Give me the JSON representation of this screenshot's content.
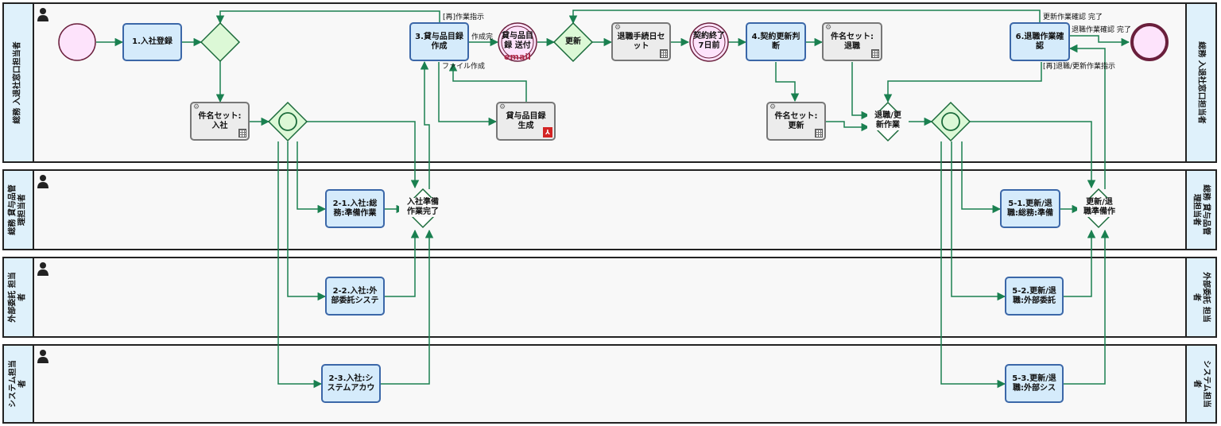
{
  "lanes": [
    {
      "label": "総務 入退社窓口担当者"
    },
    {
      "label_line1": "総務 貸与品管",
      "label_line2": "理担当者"
    },
    {
      "label_line1": "外部委託 担当",
      "label_line2": "者"
    },
    {
      "label_line1": "システム担当",
      "label_line2": "者"
    }
  ],
  "tasks": {
    "t1": "1.入社登録",
    "t3_l1": "3.貸与品目録",
    "t3_l2": "作成",
    "lend_gen_l1": "貸与品目録",
    "lend_gen_l2": "生成",
    "retire_date_l1": "退職手続日セ",
    "retire_date_l2": "ット",
    "t4_l1": "4.契約更新判",
    "t4_l2": "断",
    "name_retire_l1": "件名セット:",
    "name_retire_l2": "退職",
    "t6_l1": "6.退職作業確",
    "t6_l2": "認",
    "name_join_l1": "件名セット:",
    "name_join_l2": "入社",
    "name_renew_l1": "件名セット:",
    "name_renew_l2": "更新",
    "t21_l1": "2-1.入社:総",
    "t21_l2": "務:準備作業",
    "t22_l1": "2-2.入社:外",
    "t22_l2": "部委託システ",
    "t23_l1": "2-3.入社:シ",
    "t23_l2": "ステムアカウ",
    "t51_l1": "5-1.更新/退",
    "t51_l2": "職:総務:準備",
    "t52_l1": "5-2.更新/退",
    "t52_l2": "職:外部委託",
    "t53_l1": "5-3.更新/退",
    "t53_l2": "職:外部シス"
  },
  "events": {
    "send_l1": "貸与品目",
    "send_l2": "録 送付",
    "send_email": "email",
    "expire_l1": "契約終了",
    "expire_l2": "7日前"
  },
  "gateways": {
    "renew": "更新",
    "join_done_l1": "入社準備",
    "join_done_l2": "作業完了",
    "retire_renew_l1": "退職/更",
    "retire_renew_l2": "新作業",
    "renew_done_l1": "更新/退",
    "renew_done_l2": "職準備作"
  },
  "flow_labels": {
    "redo_work": "[再]作業指示",
    "create_done": "作成完",
    "file_create": "ファイル作成",
    "renew_confirm_done": "更新作業確認 完了",
    "retire_confirm_done": "退職作業確認 完了",
    "redo_retire_renew": "[再]退職/更新作業指示"
  },
  "colors": {
    "flow": "#1a8050",
    "task_border": "#3b67a8",
    "task_fill": "#d5ebfb",
    "start_fill": "#fde3fb",
    "end_border": "#6a1f3c",
    "gateway_fill": "#dcf8d6"
  }
}
